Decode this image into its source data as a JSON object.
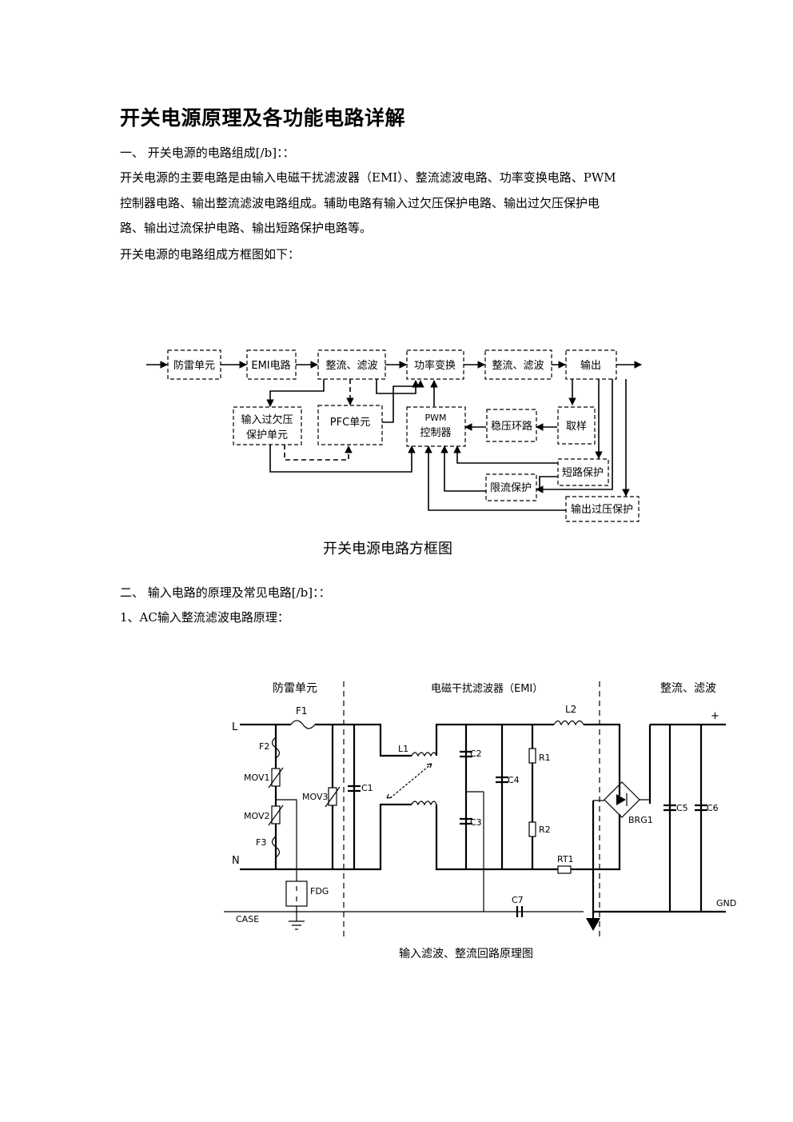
{
  "document": {
    "title": "开关电源原理及各功能电路详解",
    "section1_heading": "一、  开关电源的电路组成[/b]：：",
    "section1_para_lines": [
      "开关电源的主要电路是由输入电磁干扰滤波器（EMI）、整流滤波电路、功率变换电路、PWM",
      "控制器电路、输出整流滤波电路组成。辅助电路有输入过欠压保护电路、输出过欠压保护电",
      "路、输出过流保护电路、输出短路保护电路等。"
    ],
    "section1_diagram_intro": "开关电源的电路组成方框图如下：",
    "section2_heading": "二、  输入电路的原理及常见电路[/b]：：",
    "section2_sub1": "1、AC输入整流滤波电路原理："
  },
  "block_diagram": {
    "caption": "开关电源电路方框图",
    "blocks": {
      "lightning": "防雷单元",
      "emi": "EMI电路",
      "rectifier": "整流、滤波",
      "power_conv": "功率变换",
      "out_rectifier": "整流、滤波",
      "output": "输出",
      "in_protect_line1": "输入过欠压",
      "in_protect_line2": "保护单元",
      "pfc": "PFC单元",
      "pwm_line1": "PWM",
      "pwm_line2": "控制器",
      "regulator": "稳压环路",
      "sampling": "取样",
      "short_protect": "短路保护",
      "current_limit": "限流保护",
      "over_voltage": "输出过压保护"
    }
  },
  "schematic": {
    "caption": "输入滤波、整流回路原理图",
    "section_lightning": "防雷单元",
    "section_emi": "电磁干扰滤波器（EMI）",
    "section_rectify": "整流、滤波",
    "labels": {
      "L": "L",
      "N": "N",
      "CASE": "CASE",
      "GND": "GND",
      "plus": "+",
      "F1": "F1",
      "F2": "F2",
      "F3": "F3",
      "MOV1": "MOV1",
      "MOV2": "MOV2",
      "MOV3": "MOV3",
      "FDG": "FDG",
      "C1": "C1",
      "L1": "L1",
      "C2": "C2",
      "C3": "C3",
      "C4": "C4",
      "R1": "R1",
      "R2": "R2",
      "L2": "L2",
      "RT1": "RT1",
      "C7": "C7",
      "BRG1": "BRG1",
      "C5": "C5",
      "C6": "C6"
    }
  }
}
